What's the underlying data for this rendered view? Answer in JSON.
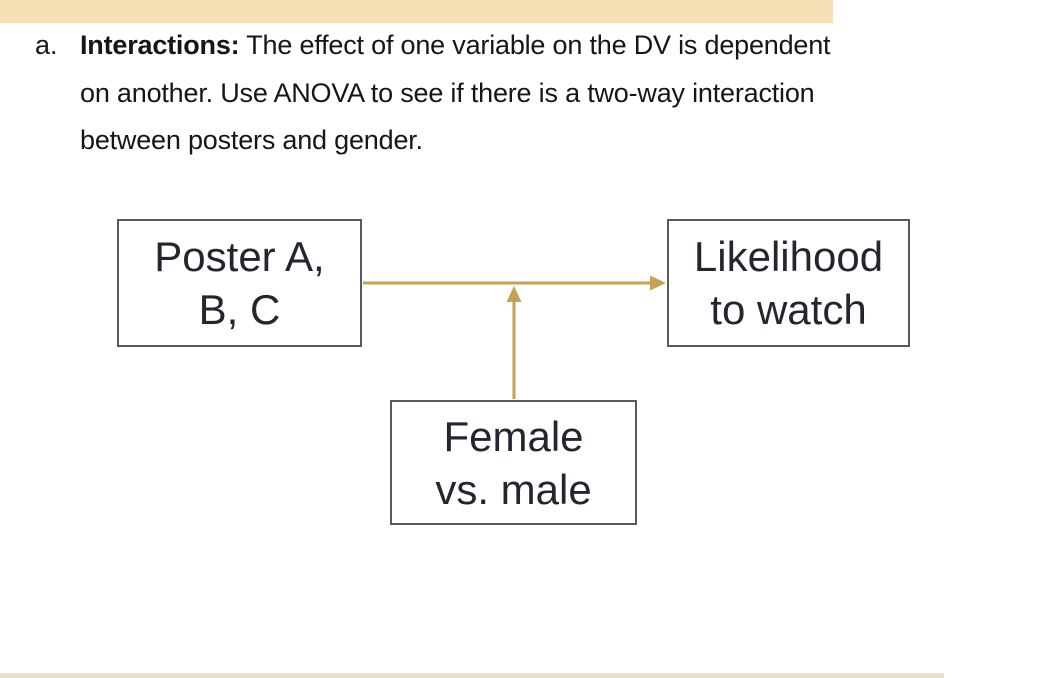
{
  "page": {
    "background": "#ffffff",
    "top_bar_color": "#f7dfb5",
    "bottom_bar_color": "#eae0c8"
  },
  "paragraph": {
    "marker": "a.",
    "lines": [
      {
        "bold": "Interactions:",
        "text": " The effect of one variable on the DV is dependent"
      },
      {
        "bold": "",
        "text": "on another. Use ANOVA to see if there is a two-way interaction"
      },
      {
        "bold": "",
        "text": "between posters and gender."
      }
    ]
  },
  "diagram": {
    "arrow_color": "#c6a155",
    "box_border_color": "#58595b",
    "box_text_color": "#23262e",
    "boxes": {
      "poster": {
        "line1": "Poster A,",
        "line2": "B, C"
      },
      "outcome": {
        "line1": "Likelihood",
        "line2": "to watch"
      },
      "moderator": {
        "line1": "Female",
        "line2": "vs. male"
      }
    }
  }
}
